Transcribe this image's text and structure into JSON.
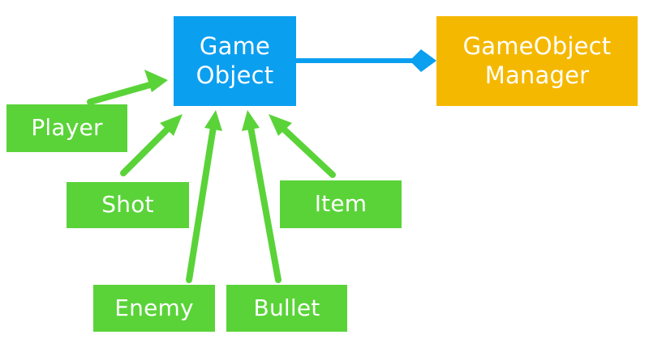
{
  "colors": {
    "base_class": "#0b9ff0",
    "manager": "#f5b800",
    "subclass": "#5ad339",
    "arrow": "#5ad339",
    "association": "#0b9ff0",
    "text": "#ffffff"
  },
  "nodes": {
    "gameobject": {
      "lines": [
        "Game",
        "Object"
      ]
    },
    "manager": {
      "lines": [
        "GameObject",
        "Manager"
      ]
    },
    "player": {
      "label": "Player"
    },
    "shot": {
      "label": "Shot"
    },
    "item": {
      "label": "Item"
    },
    "enemy": {
      "label": "Enemy"
    },
    "bullet": {
      "label": "Bullet"
    }
  },
  "edges": [
    {
      "from": "player",
      "to": "gameobject",
      "type": "inheritance"
    },
    {
      "from": "shot",
      "to": "gameobject",
      "type": "inheritance"
    },
    {
      "from": "enemy",
      "to": "gameobject",
      "type": "inheritance"
    },
    {
      "from": "bullet",
      "to": "gameobject",
      "type": "inheritance"
    },
    {
      "from": "item",
      "to": "gameobject",
      "type": "inheritance"
    },
    {
      "from": "manager",
      "to": "gameobject",
      "type": "composition",
      "marker": "diamond"
    }
  ]
}
